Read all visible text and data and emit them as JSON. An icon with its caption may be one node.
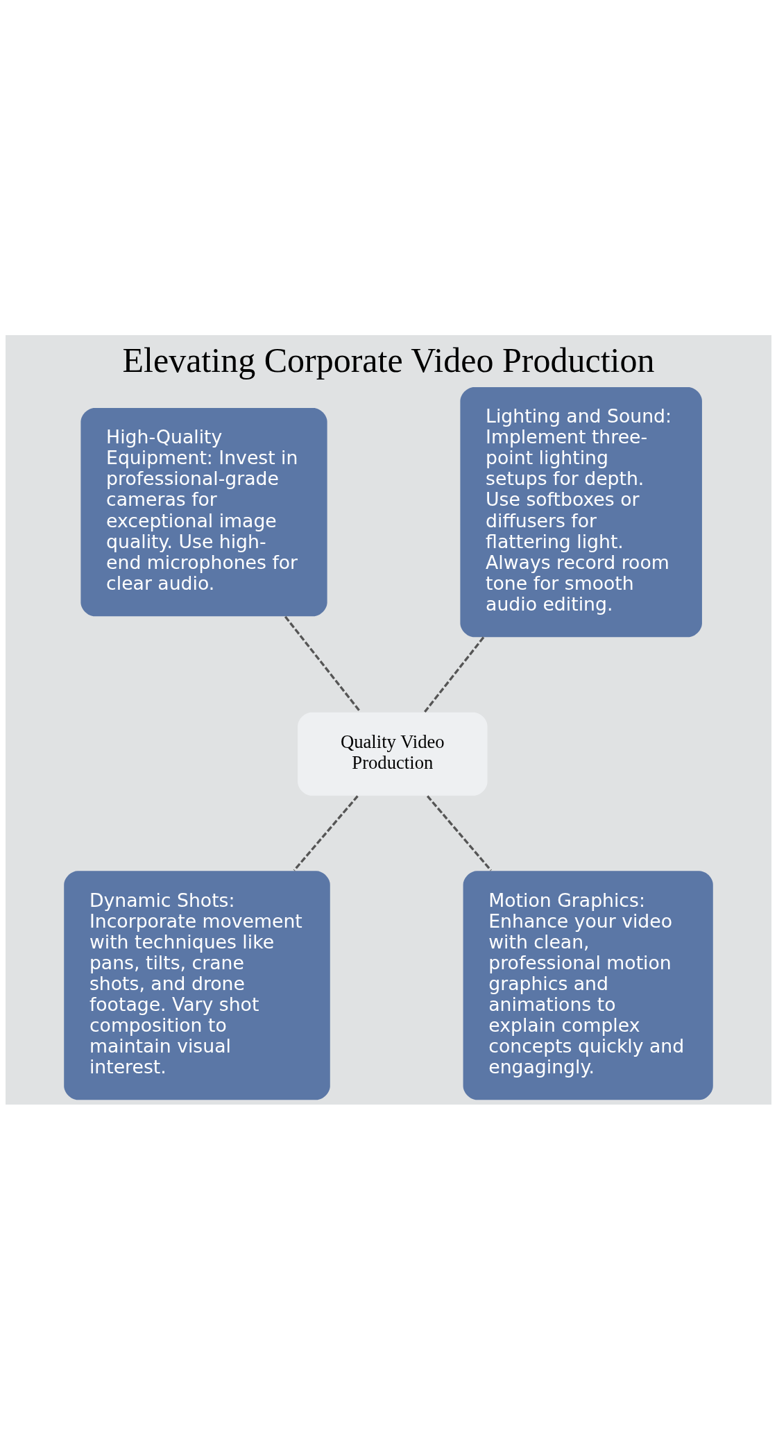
{
  "diagram": {
    "title": "Elevating Corporate Video Production",
    "nodes": [
      {
        "text": [
          "High-Quality Equipment: Invest in professional-grade cameras for exceptional image quality. Use high-end microphones for clear audio."
        ]
      },
      {
        "text": [
          "Lighting and Sound: Implement three-point lighting setups for depth. Use softboxes or diffusers for flattering light. Always record room tone for smooth audio editing."
        ]
      },
      {
        "text": [
          "Quality Video Production"
        ]
      },
      {
        "text": [
          "Dynamic Shots: Incorporate movement with techniques like pans, tilts, crane shots, and drone footage. Vary shot composition to maintain visual interest."
        ]
      },
      {
        "text": [
          "Motion Graphics: Enhance your video with clean, professional motion graphics and animations to explain complex concepts quickly and engagingly."
        ]
      }
    ],
    "edges": [
      {
        "from": 0,
        "to": 2,
        "arrow": "none",
        "style": "dashed"
      },
      {
        "from": 1,
        "to": 2,
        "arrow": "none",
        "style": "dashed"
      },
      {
        "from": 2,
        "to": 3,
        "arrow": "none",
        "style": "dashed"
      },
      {
        "from": 2,
        "to": 4,
        "arrow": "none",
        "style": "dashed"
      }
    ]
  }
}
